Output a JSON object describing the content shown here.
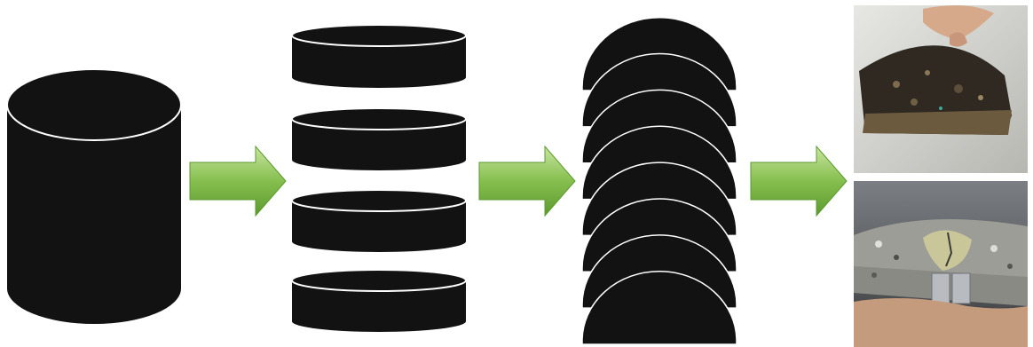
{
  "diagram": {
    "steps": [
      {
        "id": "core",
        "shape": "cylinder"
      },
      {
        "id": "slices",
        "shape": "discs",
        "count": 4
      },
      {
        "id": "halves",
        "shape": "semi-circular-specimens",
        "count": 8
      },
      {
        "id": "photos",
        "shape": "photographs",
        "count": 2
      }
    ],
    "arrows": 3,
    "colors": {
      "shape_fill": "#121212",
      "shape_edge": "#ffffff",
      "arrow_light": "#a4d46a",
      "arrow_dark": "#5d9a2f",
      "photo_concrete": "#3a3129",
      "photo_light_mix": "#8f8f8b"
    },
    "photos": [
      {
        "icon": "sample-photo-dark-asphalt-half-disc"
      },
      {
        "icon": "sample-photo-fractured-specimen"
      }
    ]
  }
}
